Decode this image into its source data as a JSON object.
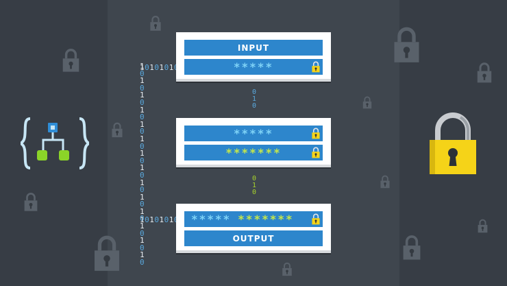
{
  "cards": {
    "input": {
      "label": "INPUT",
      "masked": "*****"
    },
    "middle": {
      "masked_top": "*****",
      "masked_bottom": "*******"
    },
    "output": {
      "masked_left": "*****",
      "masked_right": "*******",
      "label": "OUTPUT"
    }
  },
  "bits": {
    "top_row": "1010101010",
    "bottom_row": "1010101010",
    "vertical": "1010101010101010101010101010",
    "between_1": "010",
    "between_2": "010"
  },
  "icons": {
    "workflow": "logic-app-workflow-icon",
    "locks": "padlock-icon"
  },
  "colors": {
    "background": "#3c434b",
    "bar_blue": "#2d86cc",
    "mask_blue": "#7fd3f7",
    "mask_green": "#c6e84a",
    "lock_gold": "#f5d318",
    "workflow_blue": "#2f8dd6",
    "workflow_green": "#8bd428"
  }
}
